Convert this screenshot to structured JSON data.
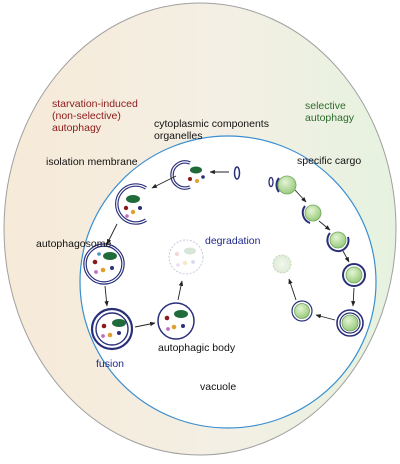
{
  "labels": {
    "starvation": "starvation-induced\n(non-selective)\nautophagy",
    "selective": "selective\nautophagy",
    "cytoplasmic": "cytoplasmic components\norganelles",
    "isolation_membrane": "isolation membrane",
    "specific_cargo": "specific cargo",
    "autophagosome": "autophagosome",
    "degradation": "degradation",
    "fusion": "fusion",
    "autophagic_body": "autophagic body",
    "vacuole": "vacuole"
  },
  "colors": {
    "cell_fill_left": "#f5ebdc",
    "cell_fill_right": "#e8f3e2",
    "cell_border": "#9a9a9a",
    "vacuole_border": "#3b8fd0",
    "membrane": "#2a2f7a",
    "cargo": "#a8d48a",
    "mitochondrion": "#1f6b3a",
    "label_red": "#8b1a1a",
    "label_green": "#2e6b2e",
    "label_blue": "#1f2a8a"
  }
}
